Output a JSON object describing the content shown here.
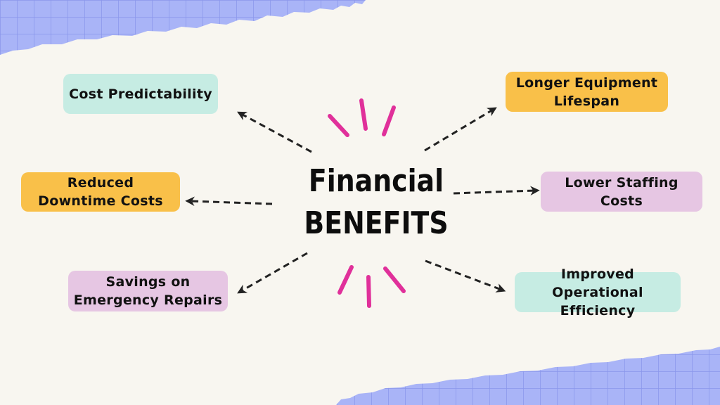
{
  "title": {
    "line1": "Financial",
    "line2": "BENEFITS"
  },
  "benefits": {
    "cost_predictability": "Cost Predictability",
    "reduced_downtime": "Reduced\nDowntime Costs",
    "savings_emergency": "Savings on\nEmergency Repairs",
    "longer_lifespan": "Longer Equipment\nLifespan",
    "lower_staffing": "Lower Staffing\nCosts",
    "improved_efficiency": "Improved Operational\nEfficiency"
  },
  "colors": {
    "background": "#f8f6f0",
    "grid_paper": "#a9b4f7",
    "grid_lines": "#8a96ec",
    "mint": "#c6ece3",
    "amber": "#f9c049",
    "lilac": "#e6c6e3",
    "accent_magenta": "#e0309a",
    "arrow": "#222222"
  }
}
